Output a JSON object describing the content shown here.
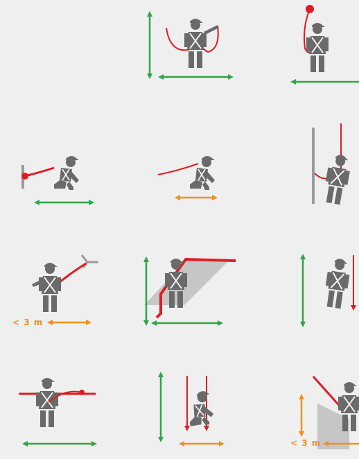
{
  "colors": {
    "background": "#efefef",
    "person": "#6a6a6a",
    "harness": "#ffffff",
    "lanyard": "#e01b22",
    "measure_green": "#2fa548",
    "measure_orange": "#f0901e",
    "anchor_grey": "#9a9a9a",
    "zone_grey": "#c6c6c6"
  },
  "labels": {
    "dist_r3c1": "< 3 m",
    "dist_r4c3": "< 3 m"
  },
  "icons": [
    {
      "name": "green-measure-arrow-icon",
      "shape": "arrow"
    },
    {
      "name": "orange-measure-arrow-icon",
      "shape": "arrow"
    },
    {
      "name": "worker-figure-icon",
      "shape": "person with helmet and harness"
    },
    {
      "name": "lanyard-icon",
      "shape": "red rope"
    }
  ]
}
